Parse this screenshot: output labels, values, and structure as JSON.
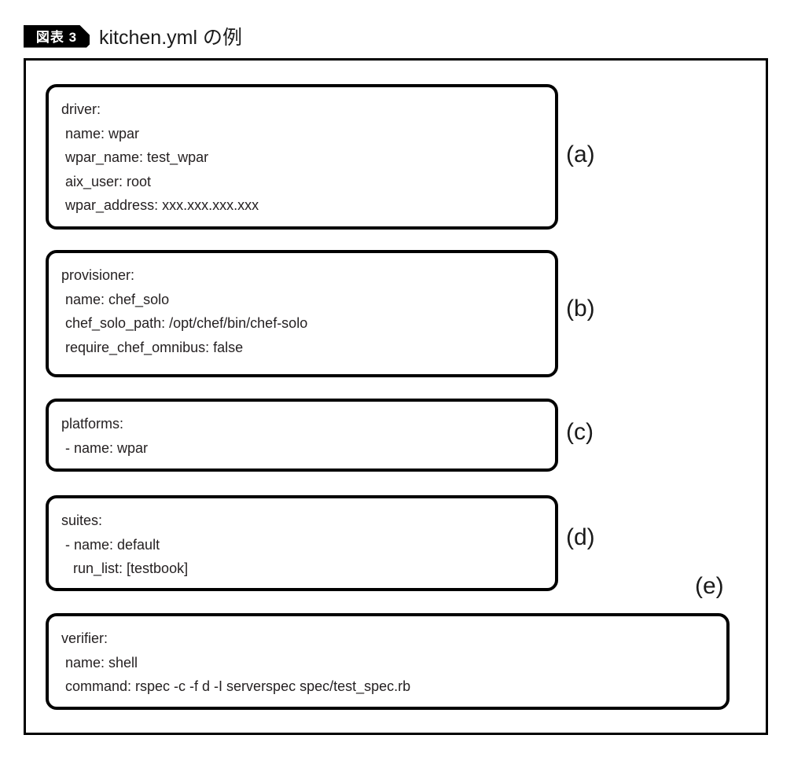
{
  "title": {
    "badge": "図表 3",
    "text": "kitchen.yml の例"
  },
  "colors": {
    "border": "#000000",
    "text": "#231f20",
    "badge_bg": "#000000",
    "badge_text": "#ffffff",
    "background": "#ffffff"
  },
  "boxes": [
    {
      "id": "a",
      "label": "(a)",
      "section": "driver",
      "lines": [
        "driver:",
        " name: wpar",
        " wpar_name: test_wpar",
        " aix_user: root",
        " wpar_address: xxx.xxx.xxx.xxx"
      ]
    },
    {
      "id": "b",
      "label": "(b)",
      "section": "provisioner",
      "lines": [
        "provisioner:",
        " name: chef_solo",
        " chef_solo_path: /opt/chef/bin/chef-solo",
        " require_chef_omnibus: false"
      ]
    },
    {
      "id": "c",
      "label": "(c)",
      "section": "platforms",
      "lines": [
        "platforms:",
        " - name: wpar"
      ]
    },
    {
      "id": "d",
      "label": "(d)",
      "section": "suites",
      "lines": [
        "suites:",
        " - name: default",
        "   run_list: [testbook]"
      ]
    },
    {
      "id": "e",
      "label": "(e)",
      "section": "verifier",
      "lines": [
        "verifier:",
        " name: shell",
        " command: rspec -c -f d -I serverspec spec/test_spec.rb"
      ]
    }
  ]
}
